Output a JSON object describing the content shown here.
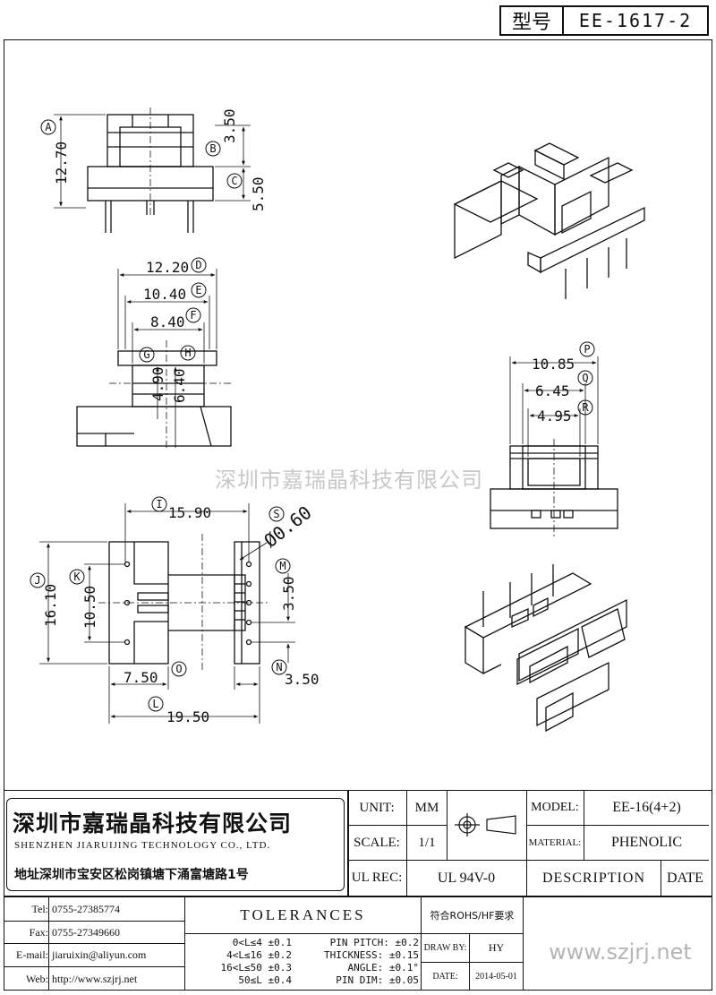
{
  "header": {
    "model_label": "型号",
    "model_value": "EE-1617-2"
  },
  "watermark": "深圳市嘉瑞晶科技有限公司",
  "front_view": {
    "dims": {
      "a": "12.70",
      "b": "3.50",
      "c": "5.50"
    },
    "markers": {
      "a": "A",
      "b": "B",
      "c": "C"
    }
  },
  "side_view": {
    "dims": {
      "d": "12.20",
      "e": "10.40",
      "f": "8.40",
      "g": "4.90",
      "h": "6.40"
    },
    "markers": {
      "d": "D",
      "e": "E",
      "f": "F",
      "g": "G",
      "h": "H"
    }
  },
  "end_view": {
    "dims": {
      "p": "10.85",
      "q": "6.45",
      "r": "4.95"
    },
    "markers": {
      "p": "P",
      "q": "Q",
      "r": "R"
    }
  },
  "bottom_view": {
    "dims": {
      "i": "15.90",
      "s": "Ø0.60",
      "j": "16.10",
      "k": "10.50",
      "m": "3.50",
      "o": "7.50",
      "n": "3.50",
      "l": "19.50"
    },
    "markers": {
      "i": "I",
      "s": "S",
      "j": "J",
      "k": "K",
      "m": "M",
      "o": "O",
      "n": "N",
      "l": "L"
    }
  },
  "title_block": {
    "company_cn": "深圳市嘉瑞晶科技有限公司",
    "company_en": "SHENZHEN JIARUIJING TECHNOLOGY CO., LTD.",
    "address": "地址深圳市宝安区松岗镇塘下涌富塘路1号",
    "unit_label": "UNIT:",
    "unit_value": "MM",
    "scale_label": "SCALE:",
    "scale_value": "1/1",
    "model_label": "MODEL:",
    "model_value": "EE-16(4+2)",
    "material_label": "MATERIAL:",
    "material_value": "PHENOLIC",
    "ulrec_label": "UL REC:",
    "ulrec_value": "UL 94V-0",
    "description_label": "DESCRIPTION",
    "date_label": "DATE",
    "tel_label": "Tel:",
    "tel_value": "0755-27385774",
    "fax_label": "Fax:",
    "fax_value": "0755-27349660",
    "email_label": "E-mail:",
    "email_value": "jiaruixin@aliyun.com",
    "web_label": "Web:",
    "web_value": "http://www.szjrj.net",
    "tolerances_label": "TOLERANCES",
    "rohs": "符合ROHS/HF要求",
    "tol1": "0<L≤4 ±0.1",
    "tol2": "4<L≤16 ±0.2",
    "tol3": "16<L≤50 ±0.3",
    "tol4": "50≤L ±0.4",
    "pin1": "PIN PITCH: ±0.2",
    "pin2": "THICKNESS: ±0.15",
    "pin3": "ANGLE: ±0.1°",
    "pin4": "PIN DIM: ±0.05",
    "drawby_label": "DRAW BY:",
    "drawby_value": "HY",
    "date_row_label": "DATE:",
    "date_value": "2014-05-01",
    "website": "www.szjrj.net"
  }
}
